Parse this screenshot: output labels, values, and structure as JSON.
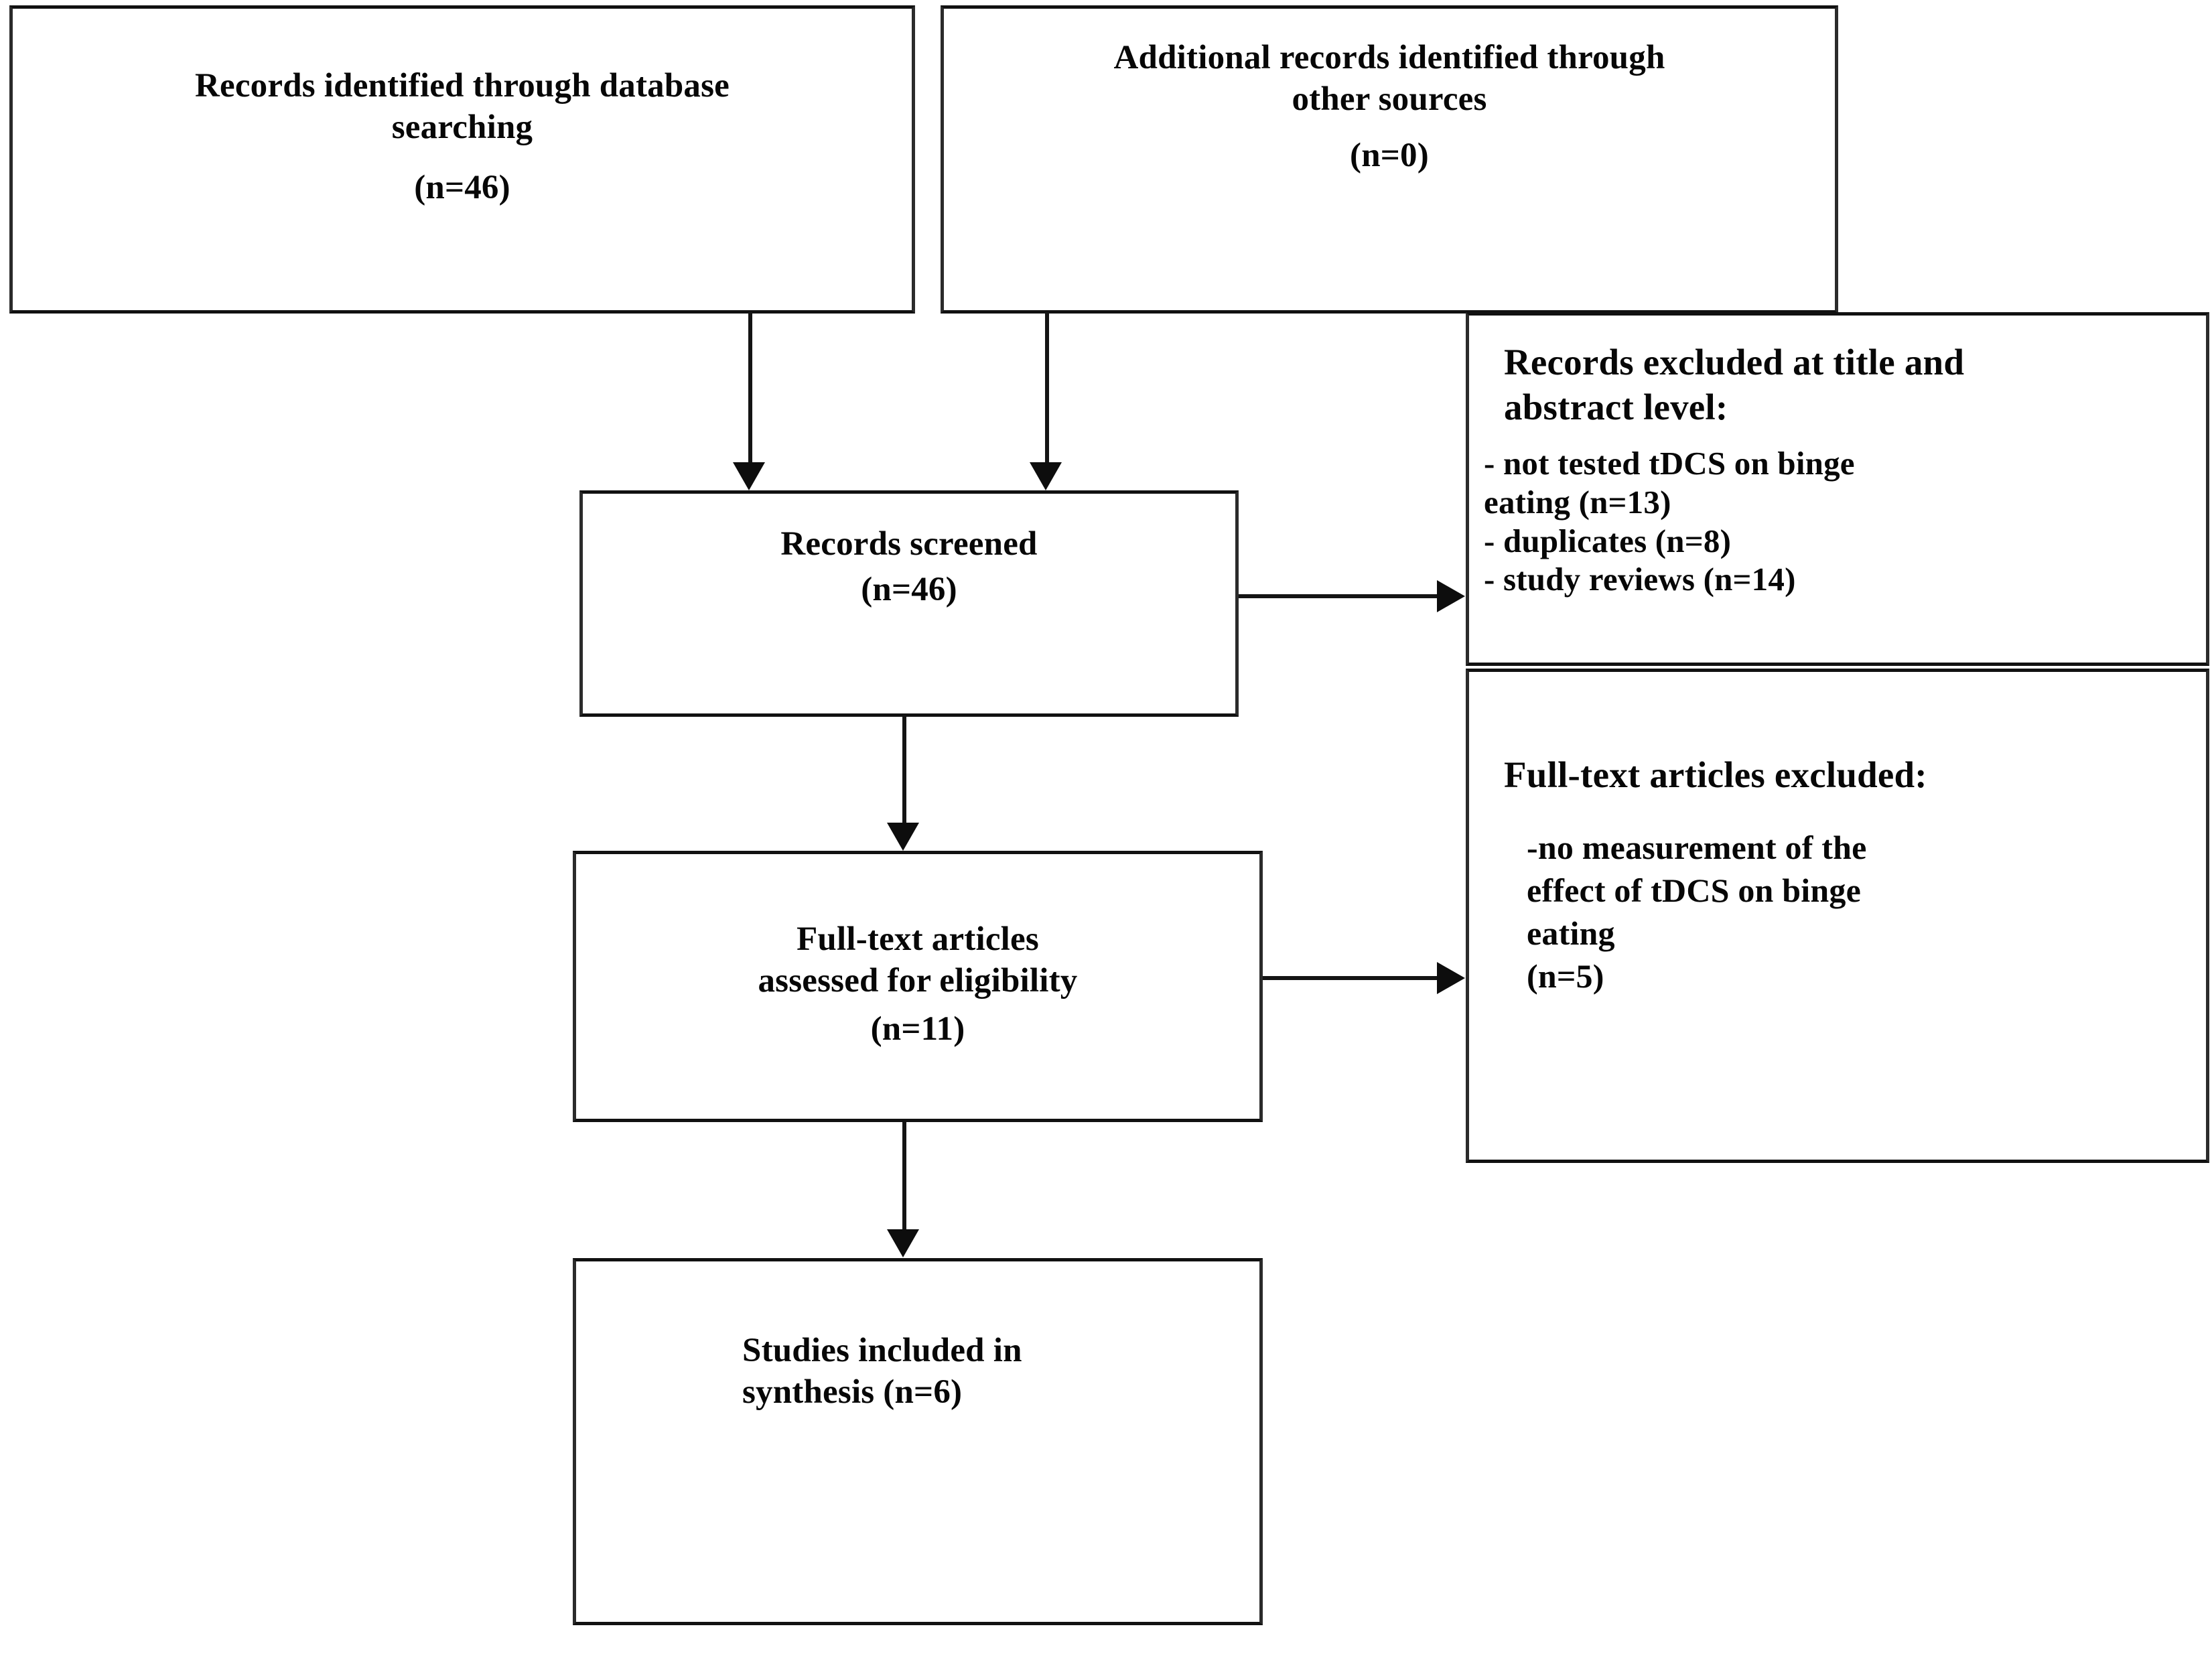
{
  "diagram": {
    "type": "prisma-flow-diagram",
    "title": "PRISMA study selection flow diagram",
    "text_color": "#070707",
    "border_color": "#2b2b2b",
    "background_color": "#ffffff"
  },
  "boxes": {
    "identification_database": {
      "line1": "Records identified through database",
      "line2": "searching",
      "count": "(n=46)"
    },
    "identification_other": {
      "line1": "Additional records identified through",
      "line2": "other sources",
      "count": "(n=0)"
    },
    "screening": {
      "line1": "Records screened",
      "count": "(n=46)"
    },
    "eligibility": {
      "line1": "Full-text articles",
      "line2": "assessed for eligibility",
      "count": "(n=11)"
    },
    "included": {
      "line1": "Studies included in",
      "line2": "synthesis (n=6)"
    },
    "excluded_title_abstract": {
      "heading_line1": "Records excluded at title and",
      "heading_line2": "abstract level:",
      "reasons": [
        "- not tested tDCS on binge",
        "eating (n=13)",
        " - duplicates (n=8)",
        " - study reviews (n=14)"
      ]
    },
    "excluded_fulltext": {
      "heading": "Full-text articles excluded:",
      "reasons": [
        "-no measurement of the",
        "effect of tDCS on binge",
        "eating",
        "(n=5)"
      ]
    }
  },
  "connectors": [
    {
      "name": "database-to-screening",
      "kind": "arrow-down"
    },
    {
      "name": "other-sources-to-screening",
      "kind": "arrow-down"
    },
    {
      "name": "screening-to-excluded-title-abstract",
      "kind": "arrow-right"
    },
    {
      "name": "screening-to-eligibility",
      "kind": "arrow-down"
    },
    {
      "name": "eligibility-to-excluded-fulltext",
      "kind": "arrow-right"
    },
    {
      "name": "eligibility-to-included",
      "kind": "arrow-down"
    }
  ]
}
